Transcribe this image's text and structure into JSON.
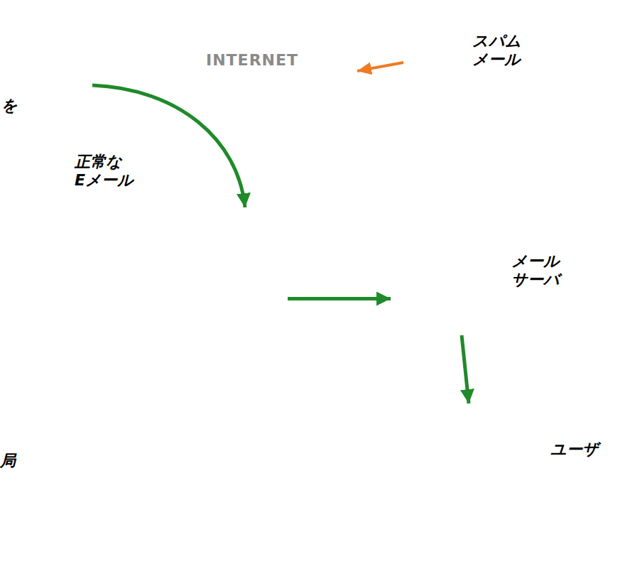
{
  "diagram": {
    "nodes": [
      {
        "text": [
          "正常な Eメール"
        ]
      },
      {
        "text": [
          "INTERNET"
        ]
      },
      {
        "text": [
          "スパム メール"
        ]
      },
      {
        "text": [
          "メール サーバ"
        ]
      },
      {
        "text": [
          "ユーザ"
        ]
      }
    ],
    "edges": [
      {
        "from": 0,
        "to": 3,
        "arrow": "to"
      },
      {
        "from": 2,
        "to": 1,
        "arrow": "to"
      },
      {
        "from": 3,
        "to": 4,
        "arrow": "to"
      }
    ],
    "labels": [
      "を",
      "局"
    ]
  }
}
